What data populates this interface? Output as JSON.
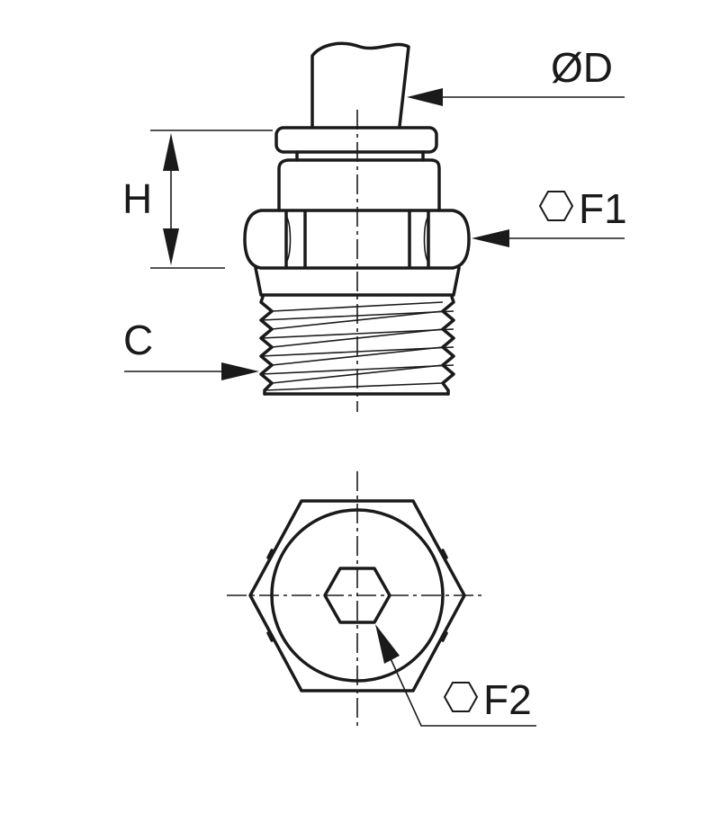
{
  "labels": {
    "diameter": "ØD",
    "height": "H",
    "hex_1": "F1",
    "thread": "C",
    "hex_2": "F2"
  }
}
